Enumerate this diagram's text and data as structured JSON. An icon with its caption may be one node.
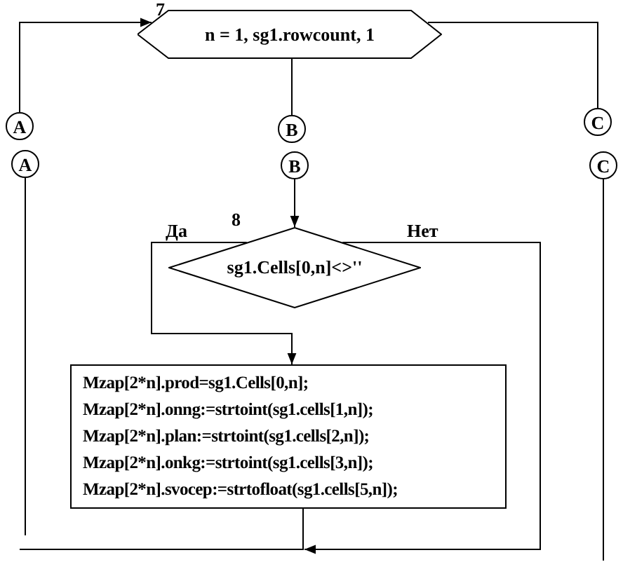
{
  "diagram": {
    "nodes": [
      {
        "text": [
          "n = 1, sg1.rowcount, 1"
        ],
        "beside": [
          "7"
        ]
      },
      {
        "text": [
          "A"
        ]
      },
      {
        "text": [
          "B"
        ]
      },
      {
        "text": [
          "C"
        ]
      },
      {
        "text": [
          "A"
        ]
      },
      {
        "text": [
          "B"
        ]
      },
      {
        "text": [
          "C"
        ]
      },
      {
        "text": [
          "sg1.Cells[0,n]<>''"
        ],
        "beside": [
          "8"
        ]
      },
      {
        "text": [
          "Mzap[2*n].prod=sg1.Cells[0,n];",
          "Mzap[2*n].onng:=strtoint(sg1.cells[1,n]);",
          "Mzap[2*n].plan:=strtoint(sg1.cells[2,n]);",
          "Mzap[2*n].onkg:=strtoint(sg1.cells[3,n]);",
          "Mzap[2*n].svocep:=strtofloat(sg1.cells[5,n]);"
        ]
      }
    ],
    "edges": [
      {
        "from": 1,
        "to": 0,
        "arrow": "to"
      },
      {
        "from": 0,
        "to": 3,
        "arrow": "none"
      },
      {
        "from": 0,
        "to": 2,
        "arrow": "none"
      },
      {
        "from": 4,
        "to": null,
        "arrow": "none"
      },
      {
        "from": 5,
        "to": 7,
        "arrow": "to"
      },
      {
        "from": 6,
        "to": null,
        "arrow": "none"
      },
      {
        "from": 7,
        "to": 8,
        "arrow": "to",
        "label": "Да"
      },
      {
        "from": 7,
        "to": null,
        "arrow": "to",
        "label": "Нет"
      },
      {
        "from": 8,
        "to": null,
        "arrow": "none"
      }
    ]
  }
}
